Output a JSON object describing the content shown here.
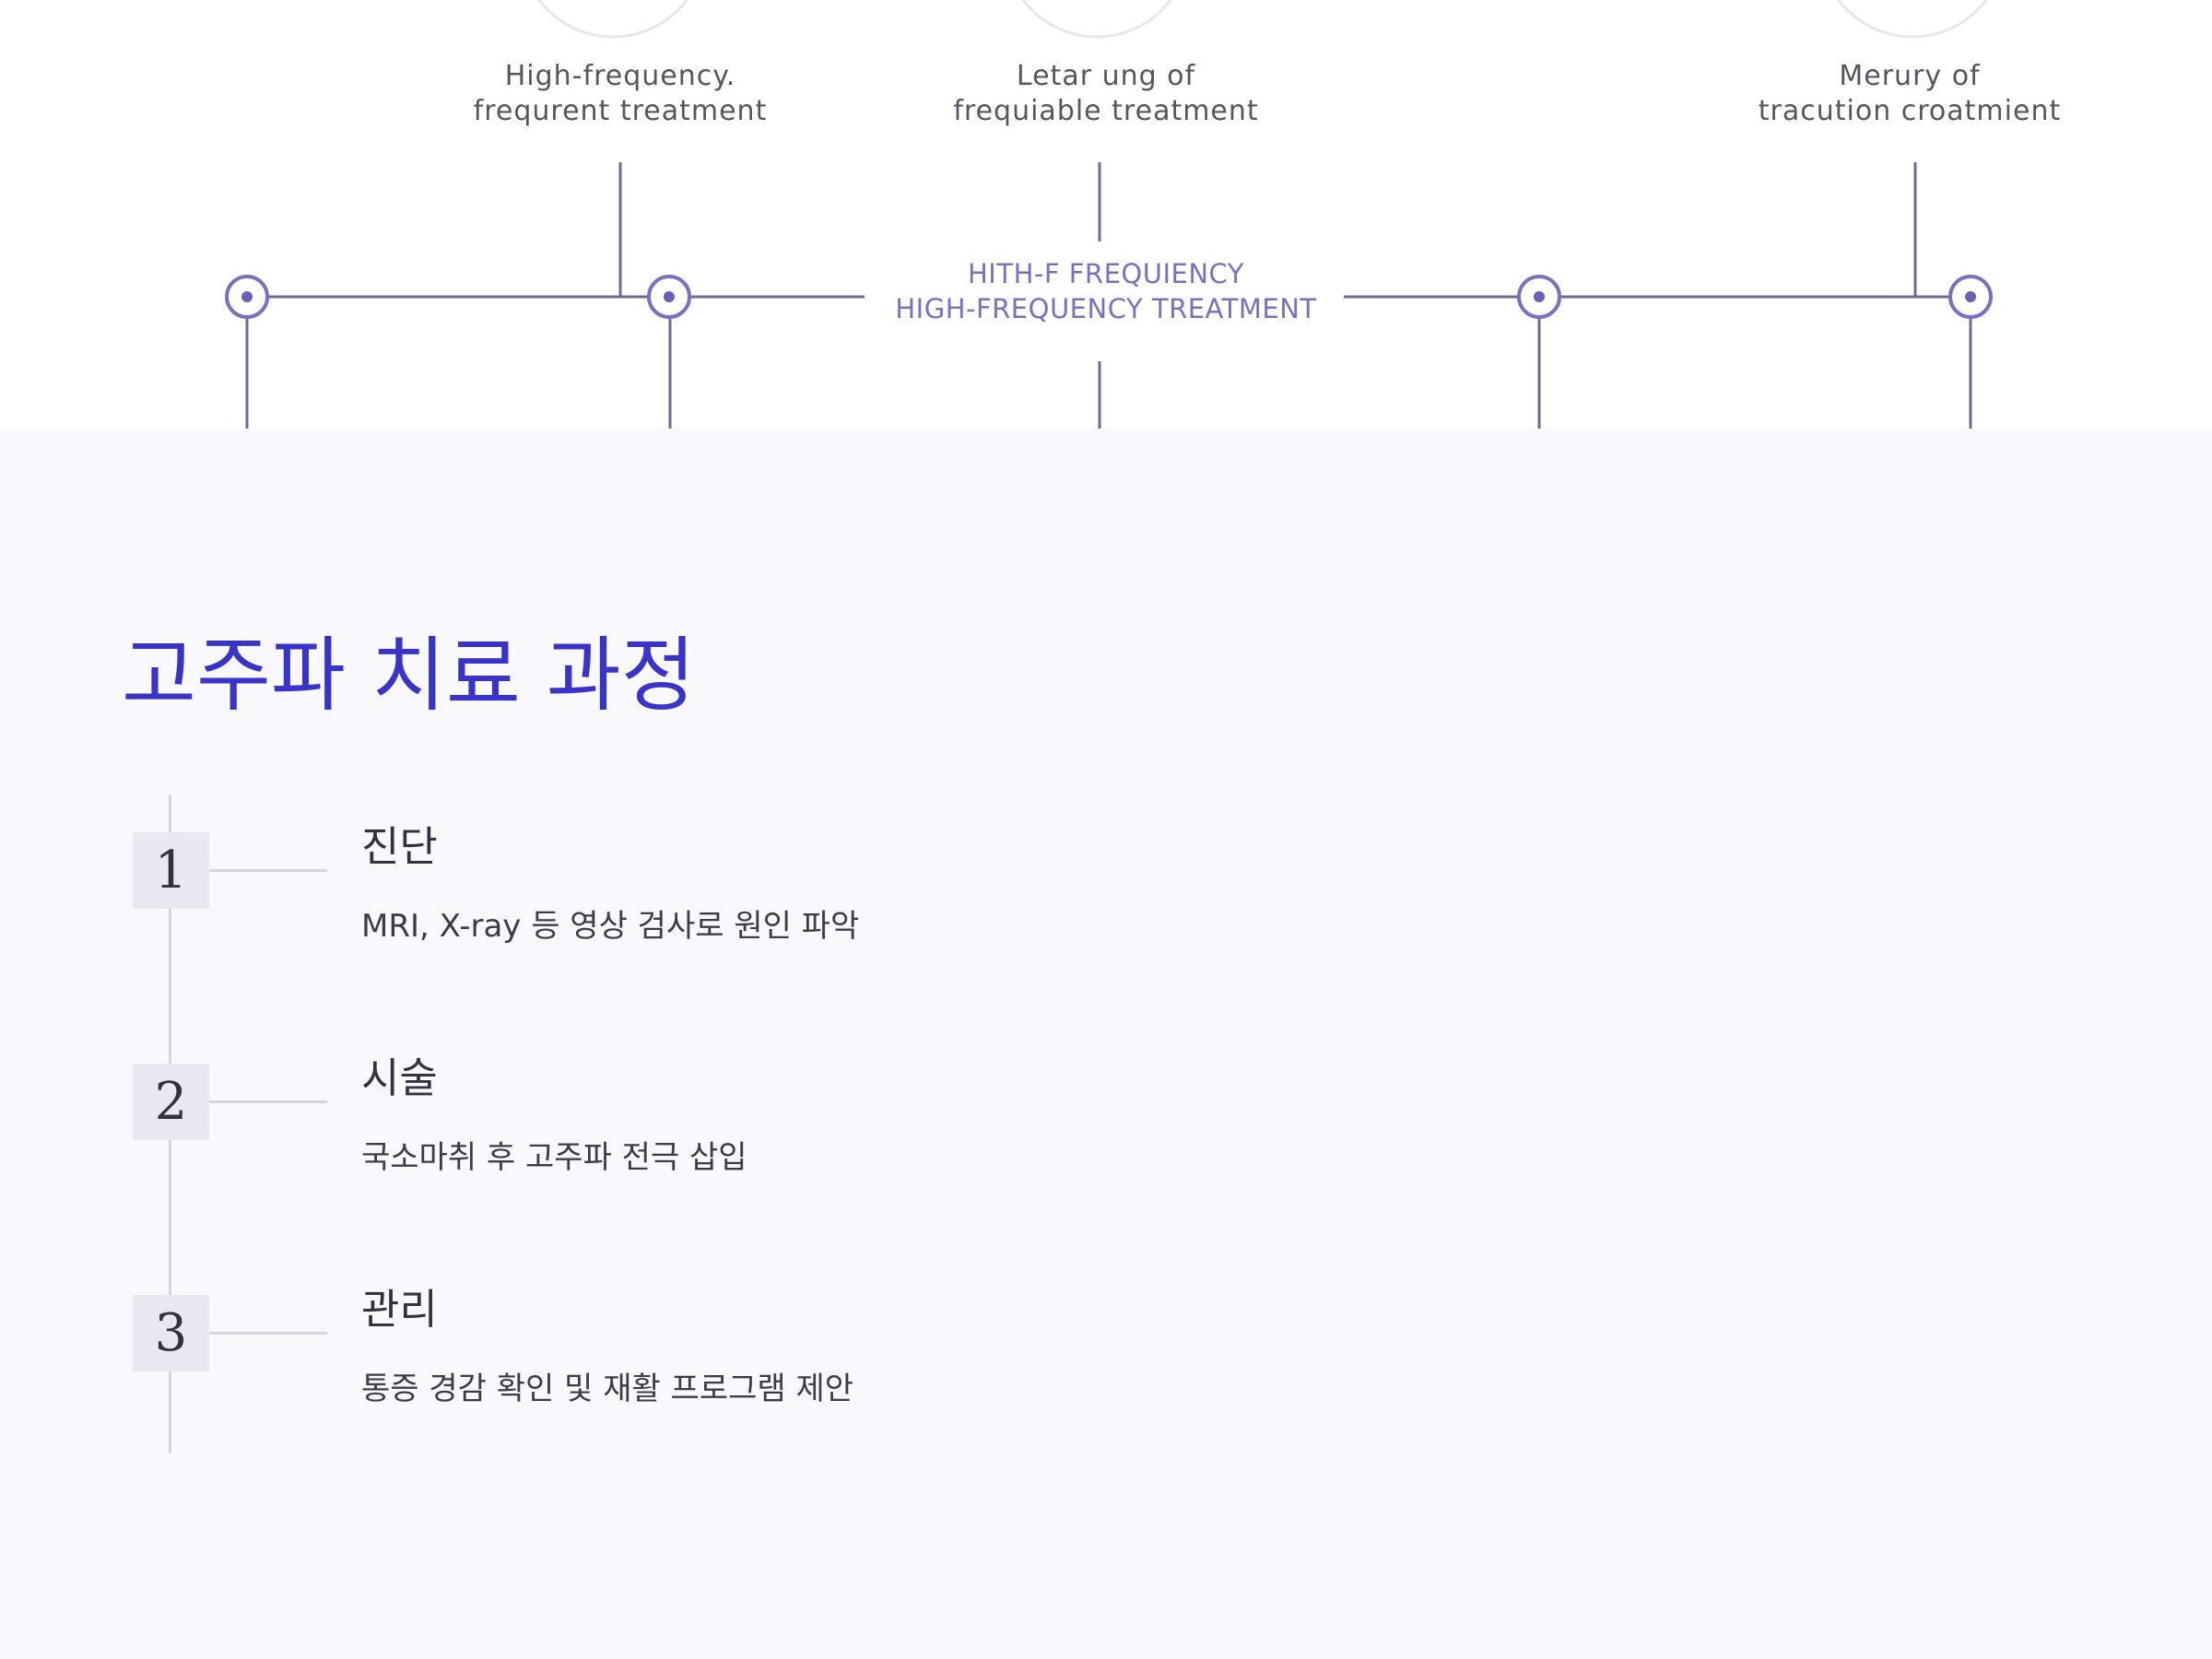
{
  "hero": {
    "labels": [
      {
        "line1": "High-frequency.",
        "line2": "frequrent treatment"
      },
      {
        "line1": "Letar ung of",
        "line2": "frequiable treatment"
      },
      {
        "line1": "Merury of",
        "line2": "tracution croatmient"
      }
    ],
    "center_line1": "HITH-F FREQUIENCY",
    "center_line2": "HIGH-FREQUENCY TREATMENT",
    "colors": {
      "line": "#6e6a94",
      "node": "#7b6fc0",
      "text": "#555560"
    }
  },
  "section": {
    "title": "고주파 치료 과정",
    "steps": [
      {
        "number": "1",
        "title": "진단",
        "description": "MRI, X-ray 등 영상 검사로 원인 파악"
      },
      {
        "number": "2",
        "title": "시술",
        "description": "국소마취 후 고주파 전극 삽입"
      },
      {
        "number": "3",
        "title": "관리",
        "description": "통증 경감 확인 및 재활 프로그램 제안"
      }
    ]
  },
  "colors": {
    "accent": "#3a33c9",
    "background": "#f9f9fd",
    "badge": "#e8e7f2"
  }
}
